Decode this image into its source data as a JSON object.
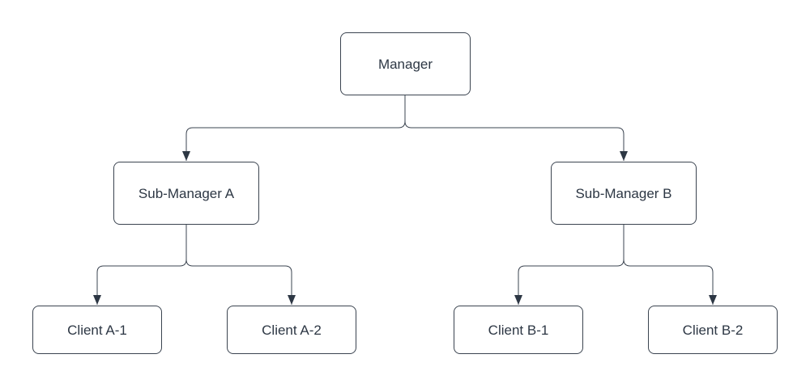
{
  "diagram": {
    "type": "org-chart-tree",
    "background": "#ffffff",
    "colors": {
      "node_fill": "#ffffff",
      "node_border": "#3b4450",
      "connector_stroke": "#3b4450",
      "arrowhead_fill": "#2d3744",
      "label_text": "#2d3744"
    },
    "nodes": {
      "manager": {
        "label": "Manager"
      },
      "sub_a": {
        "label": "Sub-Manager A"
      },
      "sub_b": {
        "label": "Sub-Manager B"
      },
      "client_a1": {
        "label": "Client A-1"
      },
      "client_a2": {
        "label": "Client A-2"
      },
      "client_b1": {
        "label": "Client B-1"
      },
      "client_b2": {
        "label": "Client B-2"
      }
    },
    "edges": [
      {
        "from": "Manager",
        "to": "Sub-Manager A"
      },
      {
        "from": "Manager",
        "to": "Sub-Manager B"
      },
      {
        "from": "Sub-Manager A",
        "to": "Client A-1"
      },
      {
        "from": "Sub-Manager A",
        "to": "Client A-2"
      },
      {
        "from": "Sub-Manager B",
        "to": "Client B-1"
      },
      {
        "from": "Sub-Manager B",
        "to": "Client B-2"
      }
    ]
  }
}
